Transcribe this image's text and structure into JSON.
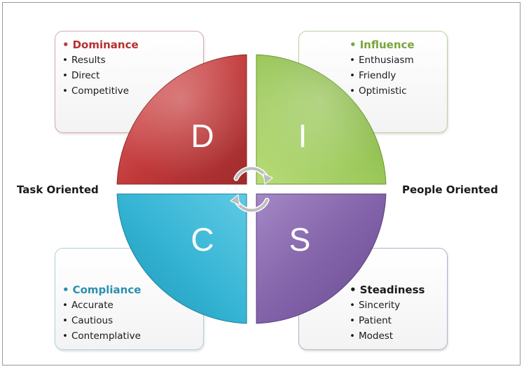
{
  "colors": {
    "dominance": "#c0393a",
    "influence": "#8cb84a",
    "compliance": "#2aa7c6",
    "steadiness": "#8262a8"
  },
  "labels": {
    "task": "Task Oriented",
    "people": "People Oriented"
  },
  "quadrants": {
    "d": {
      "letter": "D",
      "title": "Dominance",
      "traits": [
        "Results",
        "Direct",
        "Competitive"
      ]
    },
    "i": {
      "letter": "I",
      "title": "Influence",
      "traits": [
        "Enthusiasm",
        "Friendly",
        "Optimistic"
      ]
    },
    "c": {
      "letter": "C",
      "title": "Compliance",
      "traits": [
        "Accurate",
        "Cautious",
        "Contemplative"
      ]
    },
    "s": {
      "letter": "S",
      "title": "Steadiness",
      "traits": [
        "Sincerity",
        "Patient",
        "Modest"
      ]
    }
  },
  "center_icon": "circular-arrows-icon"
}
